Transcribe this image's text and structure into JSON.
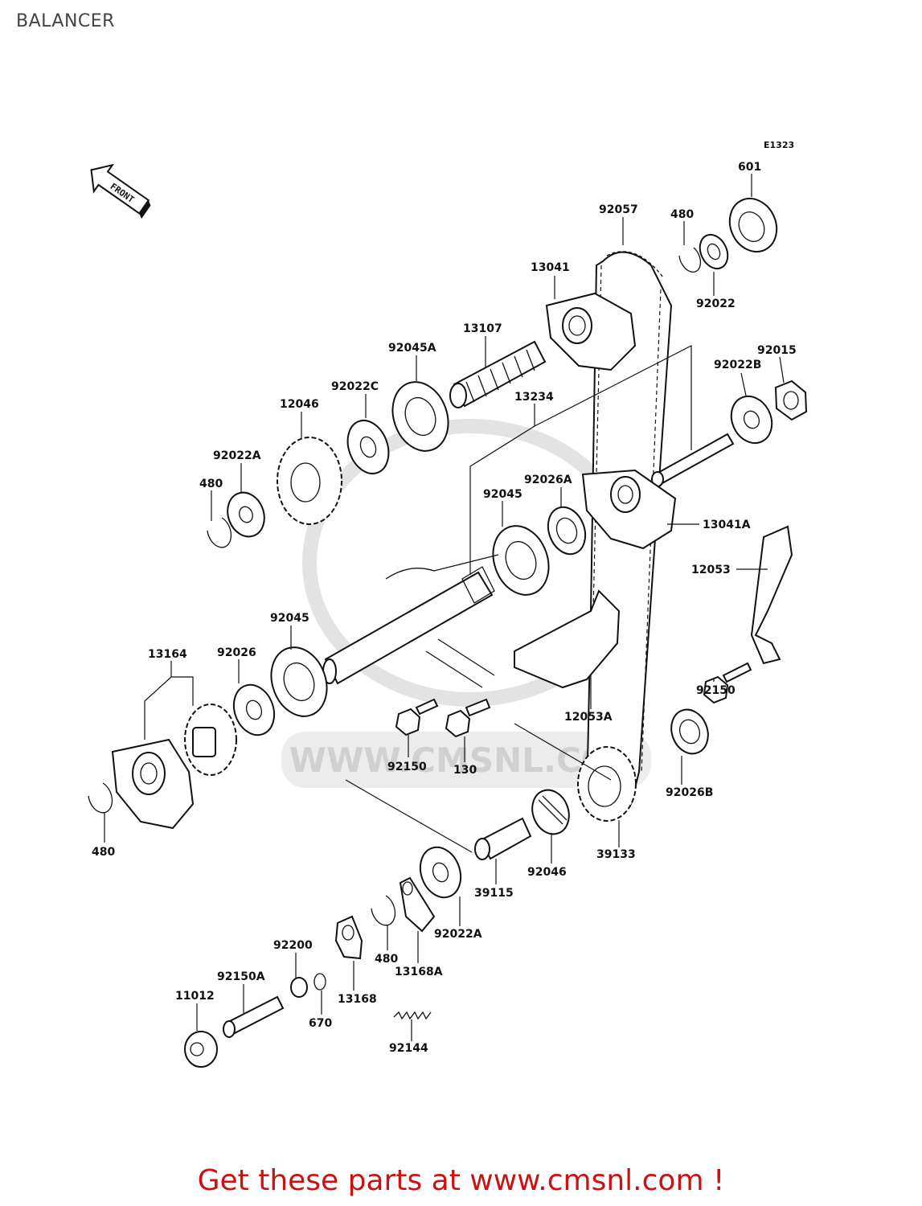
{
  "header": {
    "title": "BALANCER"
  },
  "diagram": {
    "ref_code": "E1323",
    "front_label": "FRONT",
    "watermark": "WWW.CMSNL.COM",
    "callouts": [
      {
        "id": "c601",
        "label": "601"
      },
      {
        "id": "c92057",
        "label": "92057"
      },
      {
        "id": "c480a",
        "label": "480"
      },
      {
        "id": "c13041",
        "label": "13041"
      },
      {
        "id": "c92022",
        "label": "92022"
      },
      {
        "id": "c13107",
        "label": "13107"
      },
      {
        "id": "c92045A",
        "label": "92045A"
      },
      {
        "id": "c92015",
        "label": "92015"
      },
      {
        "id": "c92022B",
        "label": "92022B"
      },
      {
        "id": "c92022C",
        "label": "92022C"
      },
      {
        "id": "c13234",
        "label": "13234"
      },
      {
        "id": "c12046",
        "label": "12046"
      },
      {
        "id": "c92022A_top",
        "label": "92022A"
      },
      {
        "id": "c92026A",
        "label": "92026A"
      },
      {
        "id": "c480b",
        "label": "480"
      },
      {
        "id": "c92045_top",
        "label": "92045"
      },
      {
        "id": "c13041A",
        "label": "13041A"
      },
      {
        "id": "c12053",
        "label": "12053"
      },
      {
        "id": "c92045",
        "label": "92045"
      },
      {
        "id": "c13164",
        "label": "13164"
      },
      {
        "id": "c92026",
        "label": "92026"
      },
      {
        "id": "c92150_r",
        "label": "92150"
      },
      {
        "id": "c12053A",
        "label": "12053A"
      },
      {
        "id": "c92150",
        "label": "92150"
      },
      {
        "id": "c130",
        "label": "130"
      },
      {
        "id": "c92026B",
        "label": "92026B"
      },
      {
        "id": "c480c",
        "label": "480"
      },
      {
        "id": "c39133",
        "label": "39133"
      },
      {
        "id": "c92046",
        "label": "92046"
      },
      {
        "id": "c39115",
        "label": "39115"
      },
      {
        "id": "c92022A_bot",
        "label": "92022A"
      },
      {
        "id": "c480d",
        "label": "480"
      },
      {
        "id": "c13168A",
        "label": "13168A"
      },
      {
        "id": "c92200",
        "label": "92200"
      },
      {
        "id": "c13168",
        "label": "13168"
      },
      {
        "id": "c92150A",
        "label": "92150A"
      },
      {
        "id": "c11012",
        "label": "11012"
      },
      {
        "id": "c670",
        "label": "670"
      },
      {
        "id": "c92144",
        "label": "92144"
      }
    ]
  },
  "footer": {
    "text": "Get these parts at www.cmsnl.com !",
    "color": "#cc1111"
  }
}
